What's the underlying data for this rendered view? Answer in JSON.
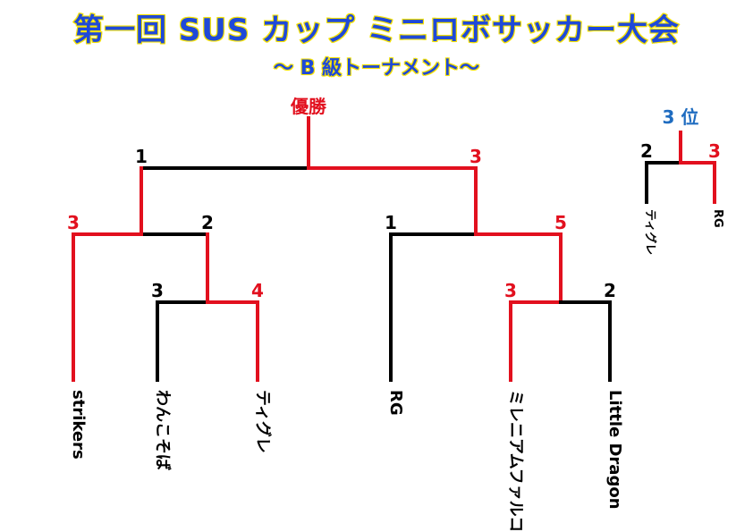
{
  "header": {
    "title": "第一回 SUS カップ ミニロボサッカー大会",
    "subtitle": "～ B 級トーナメント～"
  },
  "colors": {
    "winner": "#e2101e",
    "loser": "#000000",
    "title_fill": "#1f49d8",
    "title_outline": "#f5e100",
    "third_place": "#1f6cc0"
  },
  "bracket": {
    "champion_label": "優勝",
    "teams": [
      "strikers",
      "わんこそば",
      "ティグレ",
      "RG",
      "ミレニアムファルコン",
      "Little Dragon"
    ],
    "scores": {
      "r1_left_a": "3",
      "r1_left_b": "4",
      "r1_right_a": "3",
      "r1_right_b": "2",
      "qf_left_a": "3",
      "qf_left_b": "2",
      "qf_right_a": "1",
      "qf_right_b": "5",
      "final_left": "1",
      "final_right": "3"
    }
  },
  "third_place": {
    "label": "3 位",
    "teams": [
      "ティグレ",
      "RG"
    ],
    "scores": [
      "2",
      "3"
    ]
  }
}
